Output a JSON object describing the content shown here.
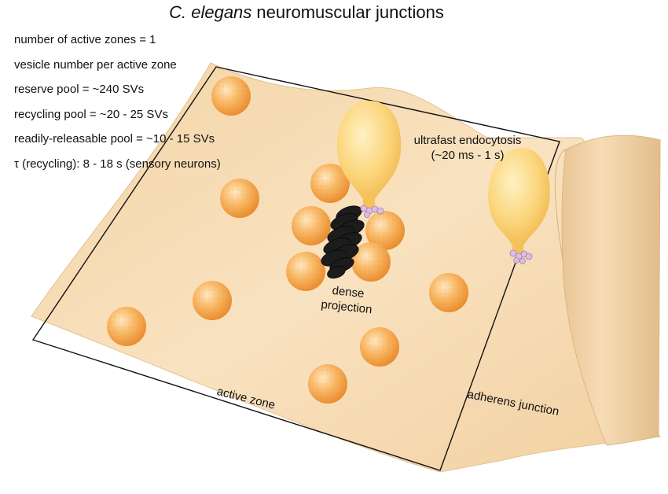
{
  "title": {
    "italic_part": "C. elegans",
    "rest": "neuromuscular junctions"
  },
  "stats": [
    "number of active zones = 1",
    "vesicle number per active zone",
    "reserve pool = ~240 SVs",
    "recycling pool = ~20 - 25 SVs",
    "readily-releasable pool = ~10 - 15 SVs",
    "τ (recycling): 8 - 18 s (sensory neurons)"
  ],
  "labels": {
    "ultrafast_line1": "ultrafast endocytosis",
    "ultrafast_line2": "(~20 ms - 1 s)",
    "dense_line1": "dense",
    "dense_line2": "projection",
    "active_zone": "active zone",
    "adherens": "adherens junction"
  },
  "colors": {
    "membrane": "#f7dfb8",
    "membrane_edge": "#e6c79a",
    "vesicle": "#f4a649",
    "vesicle_highlight": "#ffe0b0",
    "endocytic_bulb": "#f9c95c",
    "dense_projection": "#1a1a1a",
    "clathrin_bead": "#d9b3dd"
  },
  "icons": [
    "synaptic-vesicle",
    "endocytic-pit",
    "dense-projection",
    "clathrin-bead"
  ]
}
